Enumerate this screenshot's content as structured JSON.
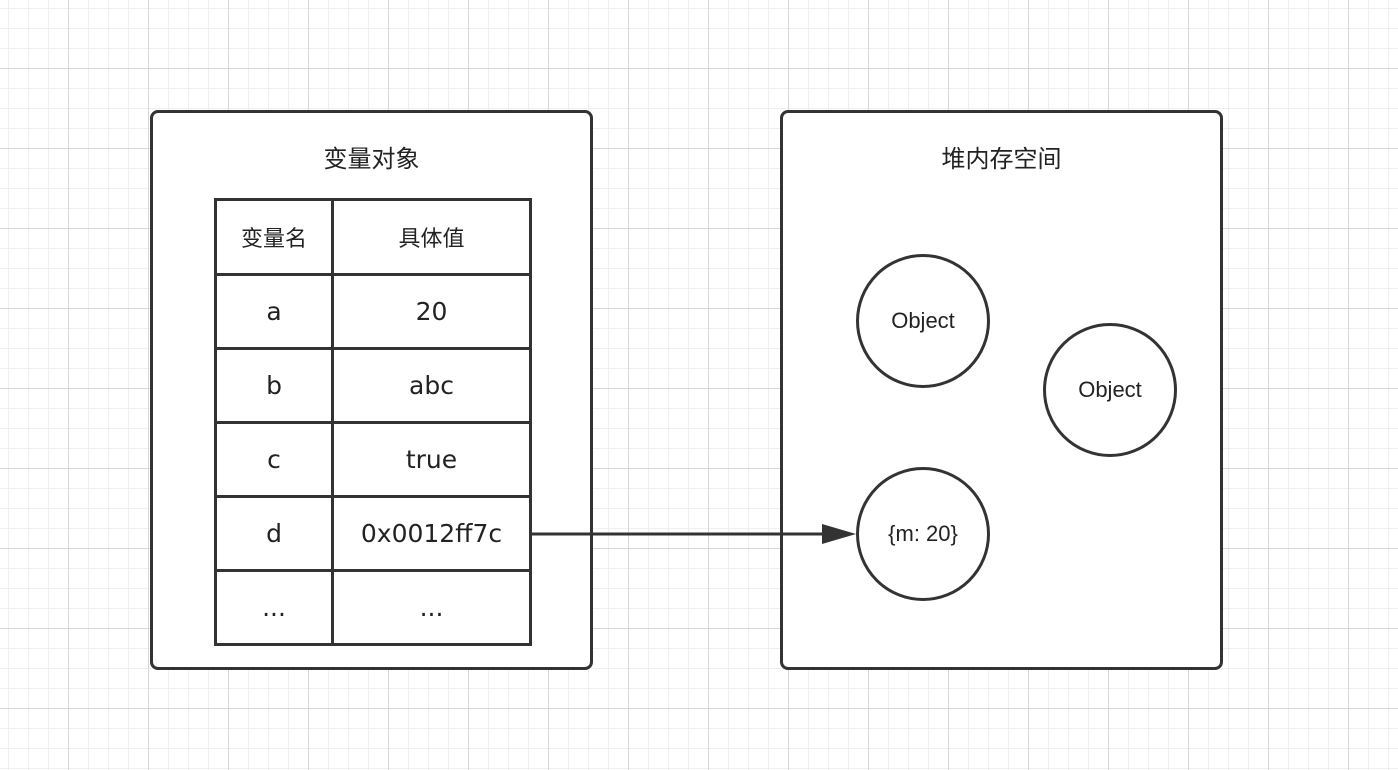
{
  "variable_object": {
    "title": "变量对象",
    "headers": {
      "name": "变量名",
      "value": "具体值"
    },
    "rows": [
      {
        "name": "a",
        "value": "20"
      },
      {
        "name": "b",
        "value": "abc"
      },
      {
        "name": "c",
        "value": "true"
      },
      {
        "name": "d",
        "value": "0x0012ff7c"
      },
      {
        "name": "...",
        "value": "..."
      }
    ]
  },
  "heap_memory": {
    "title": "堆内存空间",
    "objects": [
      {
        "label": "Object"
      },
      {
        "label": "Object"
      },
      {
        "label": "{m: 20}"
      }
    ]
  },
  "colors": {
    "stroke": "#333333",
    "grid_major": "#d7d7d7",
    "grid_minor": "#efefef"
  }
}
